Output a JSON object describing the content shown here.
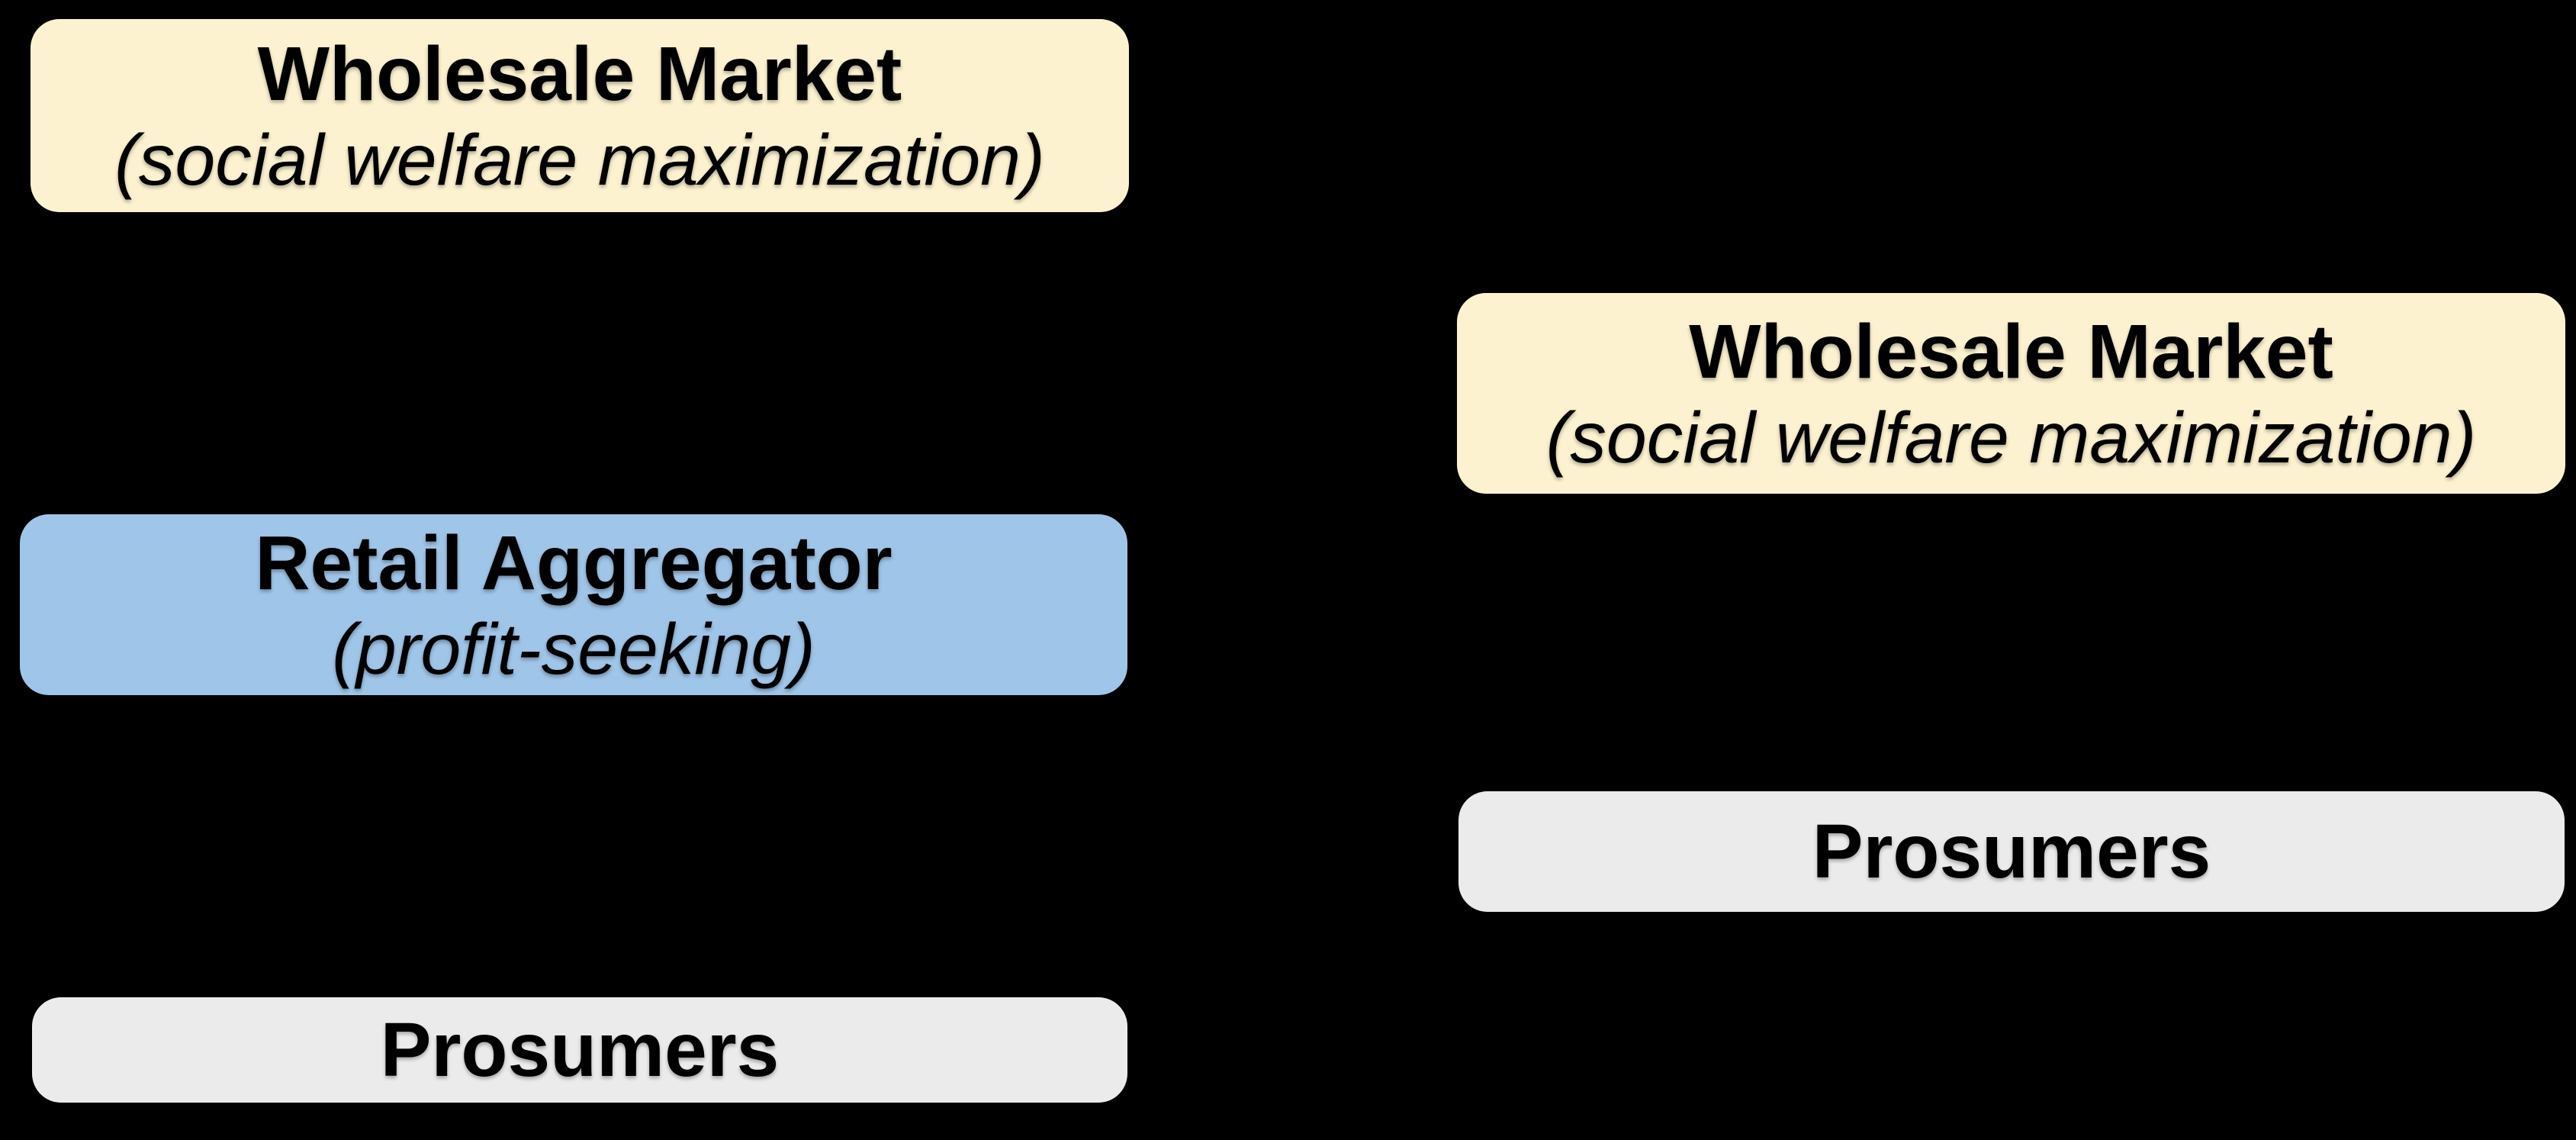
{
  "diagram": {
    "background_color": "#000000",
    "text_color": "#000000",
    "colors": {
      "wholesale_fill": "#FCF2CF",
      "retail_fill": "#9FC5E8",
      "prosumers_fill": "#EBEBEB"
    },
    "left_column": {
      "wholesale": {
        "title": "Wholesale Market",
        "subtitle": "(social welfare maximization)",
        "fill": "#FCF2CF"
      },
      "retail_aggregator": {
        "title": "Retail Aggregator",
        "subtitle": "(profit-seeking)",
        "fill": "#9FC5E8"
      },
      "prosumers": {
        "title": "Prosumers",
        "fill": "#EBEBEB"
      }
    },
    "right_column": {
      "wholesale": {
        "title": "Wholesale Market",
        "subtitle": "(social welfare maximization)",
        "fill": "#FCF2CF"
      },
      "prosumers": {
        "title": "Prosumers",
        "fill": "#EBEBEB"
      }
    }
  }
}
